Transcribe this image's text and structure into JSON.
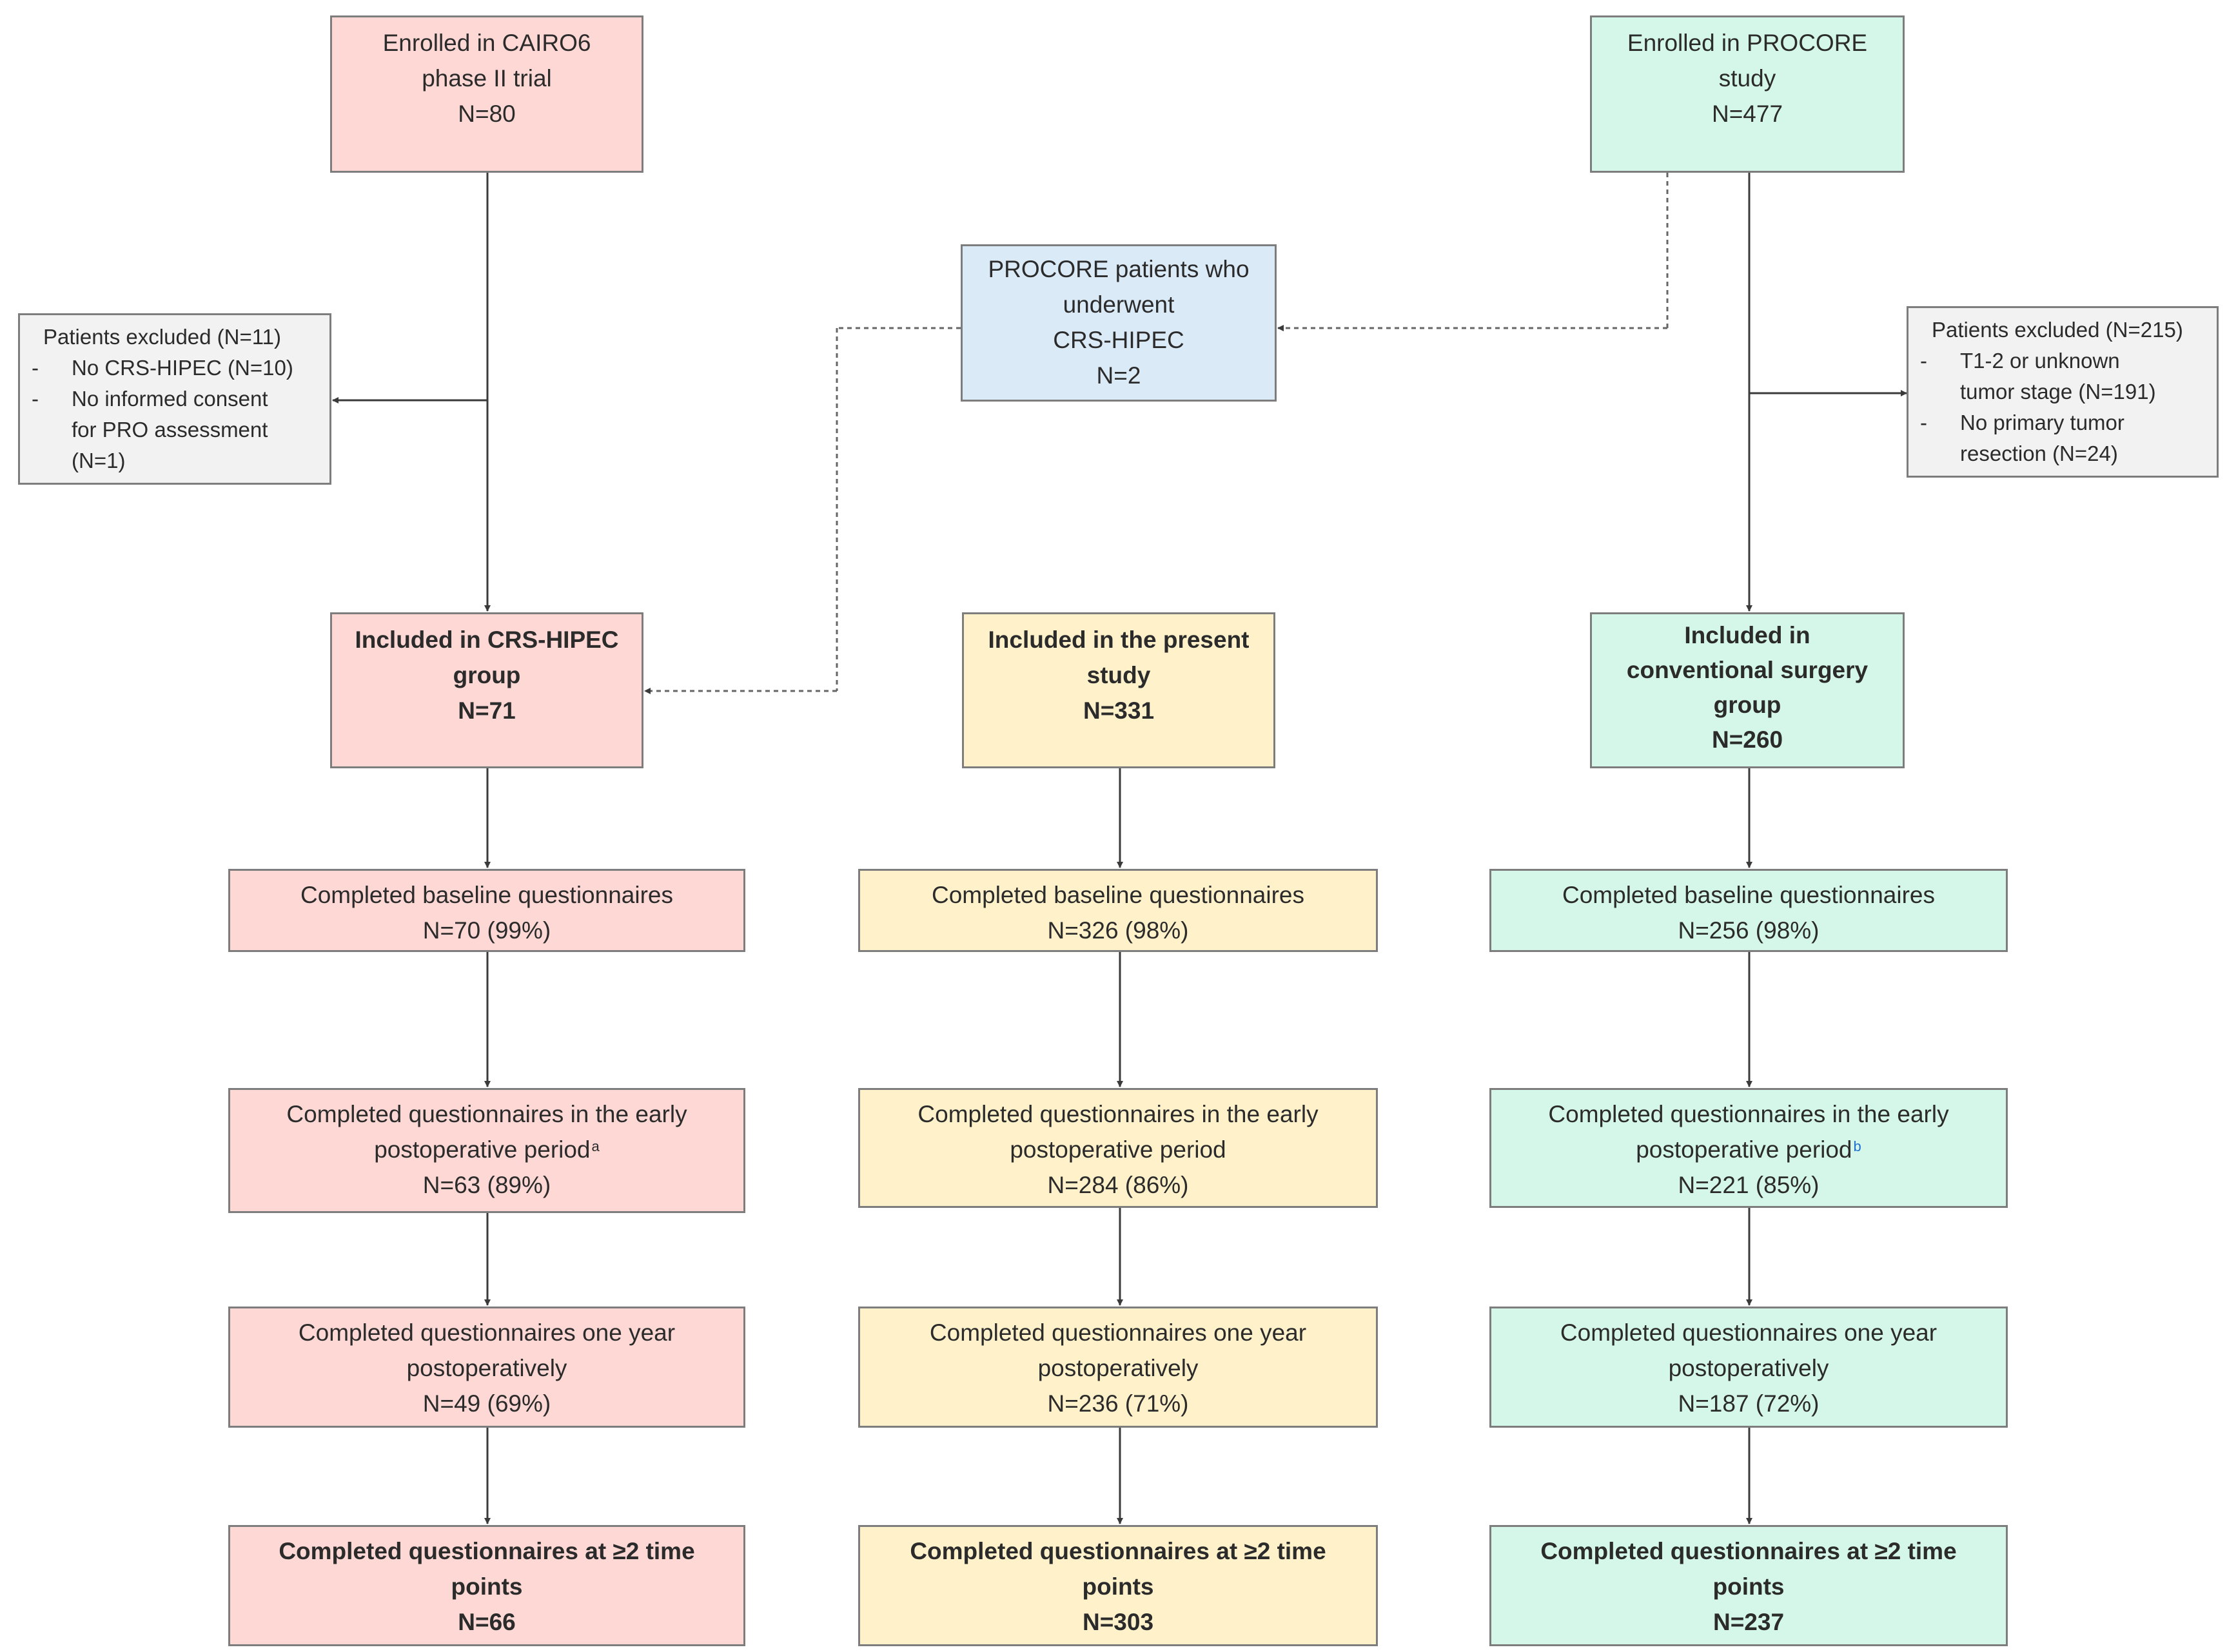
{
  "nodes": {
    "cairo6": {
      "lines": [
        "Enrolled in CAIRO6",
        "phase II trial",
        "N=80"
      ]
    },
    "procore": {
      "lines": [
        "Enrolled in PROCORE",
        "study",
        "N=477"
      ]
    },
    "procore_crs": {
      "lines": [
        "PROCORE patients who",
        "underwent",
        "CRS-HIPEC",
        "N=2"
      ]
    },
    "excl_left": {
      "heading": "Patients excluded (N=11)",
      "items": [
        "No CRS-HIPEC (N=10)",
        "No informed consent",
        "for PRO assessment",
        "(N=1)"
      ],
      "bullet": "-"
    },
    "excl_right": {
      "heading": "Patients excluded (N=215)",
      "items": [
        "T1-2 or unknown",
        "tumor stage (N=191)",
        "No primary tumor",
        "resection (N=24)"
      ],
      "bullet": "-"
    },
    "incl_crs": {
      "lines": [
        "Included in CRS-HIPEC",
        "group",
        "N=71"
      ]
    },
    "incl_present": {
      "lines": [
        "Included in the present",
        "study",
        "N=331"
      ]
    },
    "incl_conv": {
      "lines": [
        "Included in",
        "conventional surgery",
        "group",
        "N=260"
      ]
    },
    "base_crs": {
      "lines": [
        "Completed baseline questionnaires",
        "N=70 (99%)"
      ]
    },
    "base_present": {
      "lines": [
        "Completed baseline questionnaires",
        "N=326 (98%)"
      ]
    },
    "base_conv": {
      "lines": [
        "Completed baseline questionnaires",
        "N=256 (98%)"
      ]
    },
    "early_crs": {
      "lines": [
        "Completed questionnaires in the early",
        "postoperative period",
        "N=63 (89%)"
      ],
      "footnote": "a"
    },
    "early_present": {
      "lines": [
        "Completed questionnaires in the early",
        "postoperative period",
        "N=284 (86%)"
      ]
    },
    "early_conv": {
      "lines": [
        "Completed questionnaires in the early",
        "postoperative period",
        "N=221 (85%)"
      ],
      "footnote": "b"
    },
    "year_crs": {
      "lines": [
        "Completed questionnaires one year",
        "postoperatively",
        "N=49 (69%)"
      ]
    },
    "year_present": {
      "lines": [
        "Completed questionnaires one year",
        "postoperatively",
        "N=236 (71%)"
      ]
    },
    "year_conv": {
      "lines": [
        "Completed questionnaires one year",
        "postoperatively",
        "N=187 (72%)"
      ]
    },
    "two_crs": {
      "lines": [
        "Completed questionnaires at ≥2 time",
        "points",
        "N=66"
      ]
    },
    "two_present": {
      "lines": [
        "Completed questionnaires at ≥2 time",
        "points",
        "N=303"
      ]
    },
    "two_conv": {
      "lines": [
        "Completed questionnaires at ≥2 time",
        "points",
        "N=237"
      ]
    }
  },
  "colors": {
    "crs_hipec": "#fed8d4",
    "present_study": "#fff1c9",
    "conventional": "#d5f7ea",
    "procore_crs": "#dbeaf7",
    "excluded": "#f2f2f2",
    "border": "#7d7d7d",
    "connector": "#3a3a3a"
  }
}
